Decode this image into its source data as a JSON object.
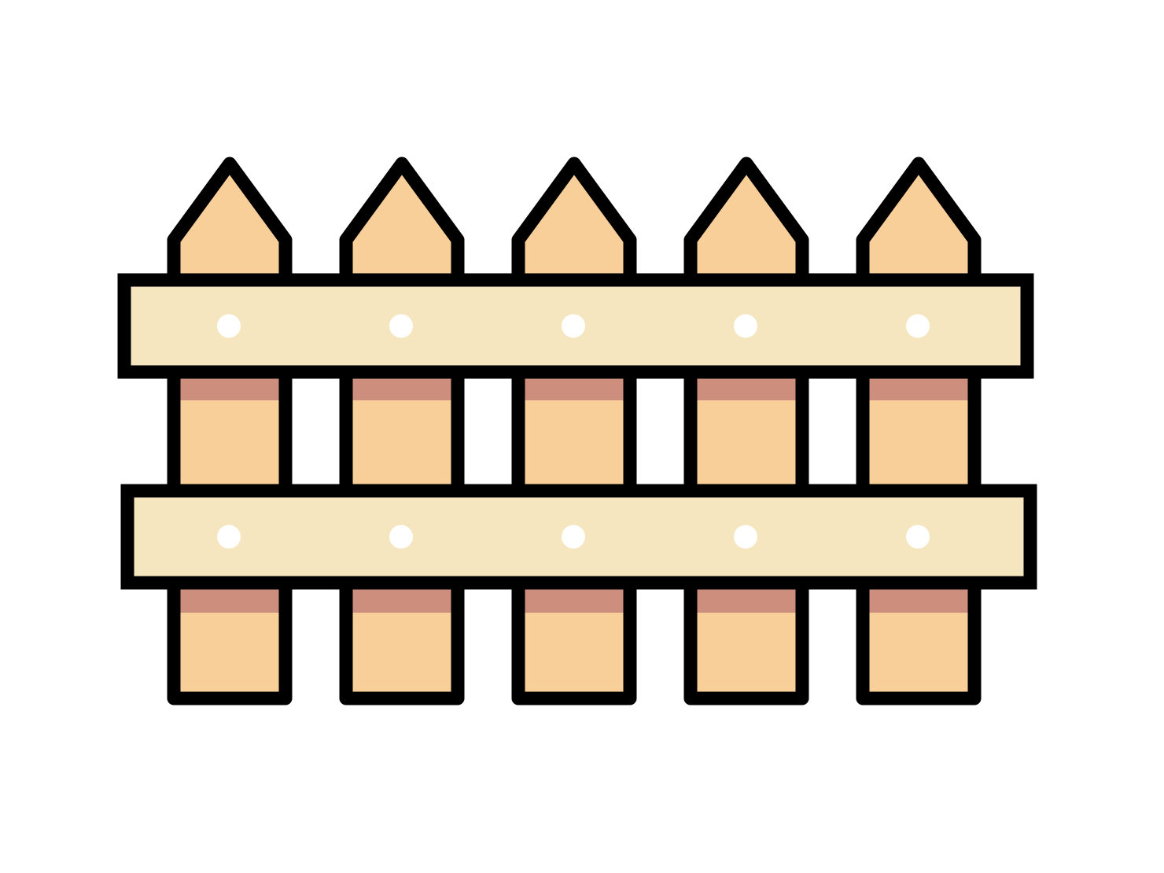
{
  "illustration": {
    "subject": "picket-fence-icon",
    "picket_count": 5,
    "rail_count": 2,
    "nails_per_rail": 5,
    "colors": {
      "background": "#ffffff",
      "outline": "#000000",
      "picket": "#f8cf98",
      "picket_shadow": "#cd8e7e",
      "rail": "#f6e6bf",
      "nail": "#ffffff"
    }
  }
}
